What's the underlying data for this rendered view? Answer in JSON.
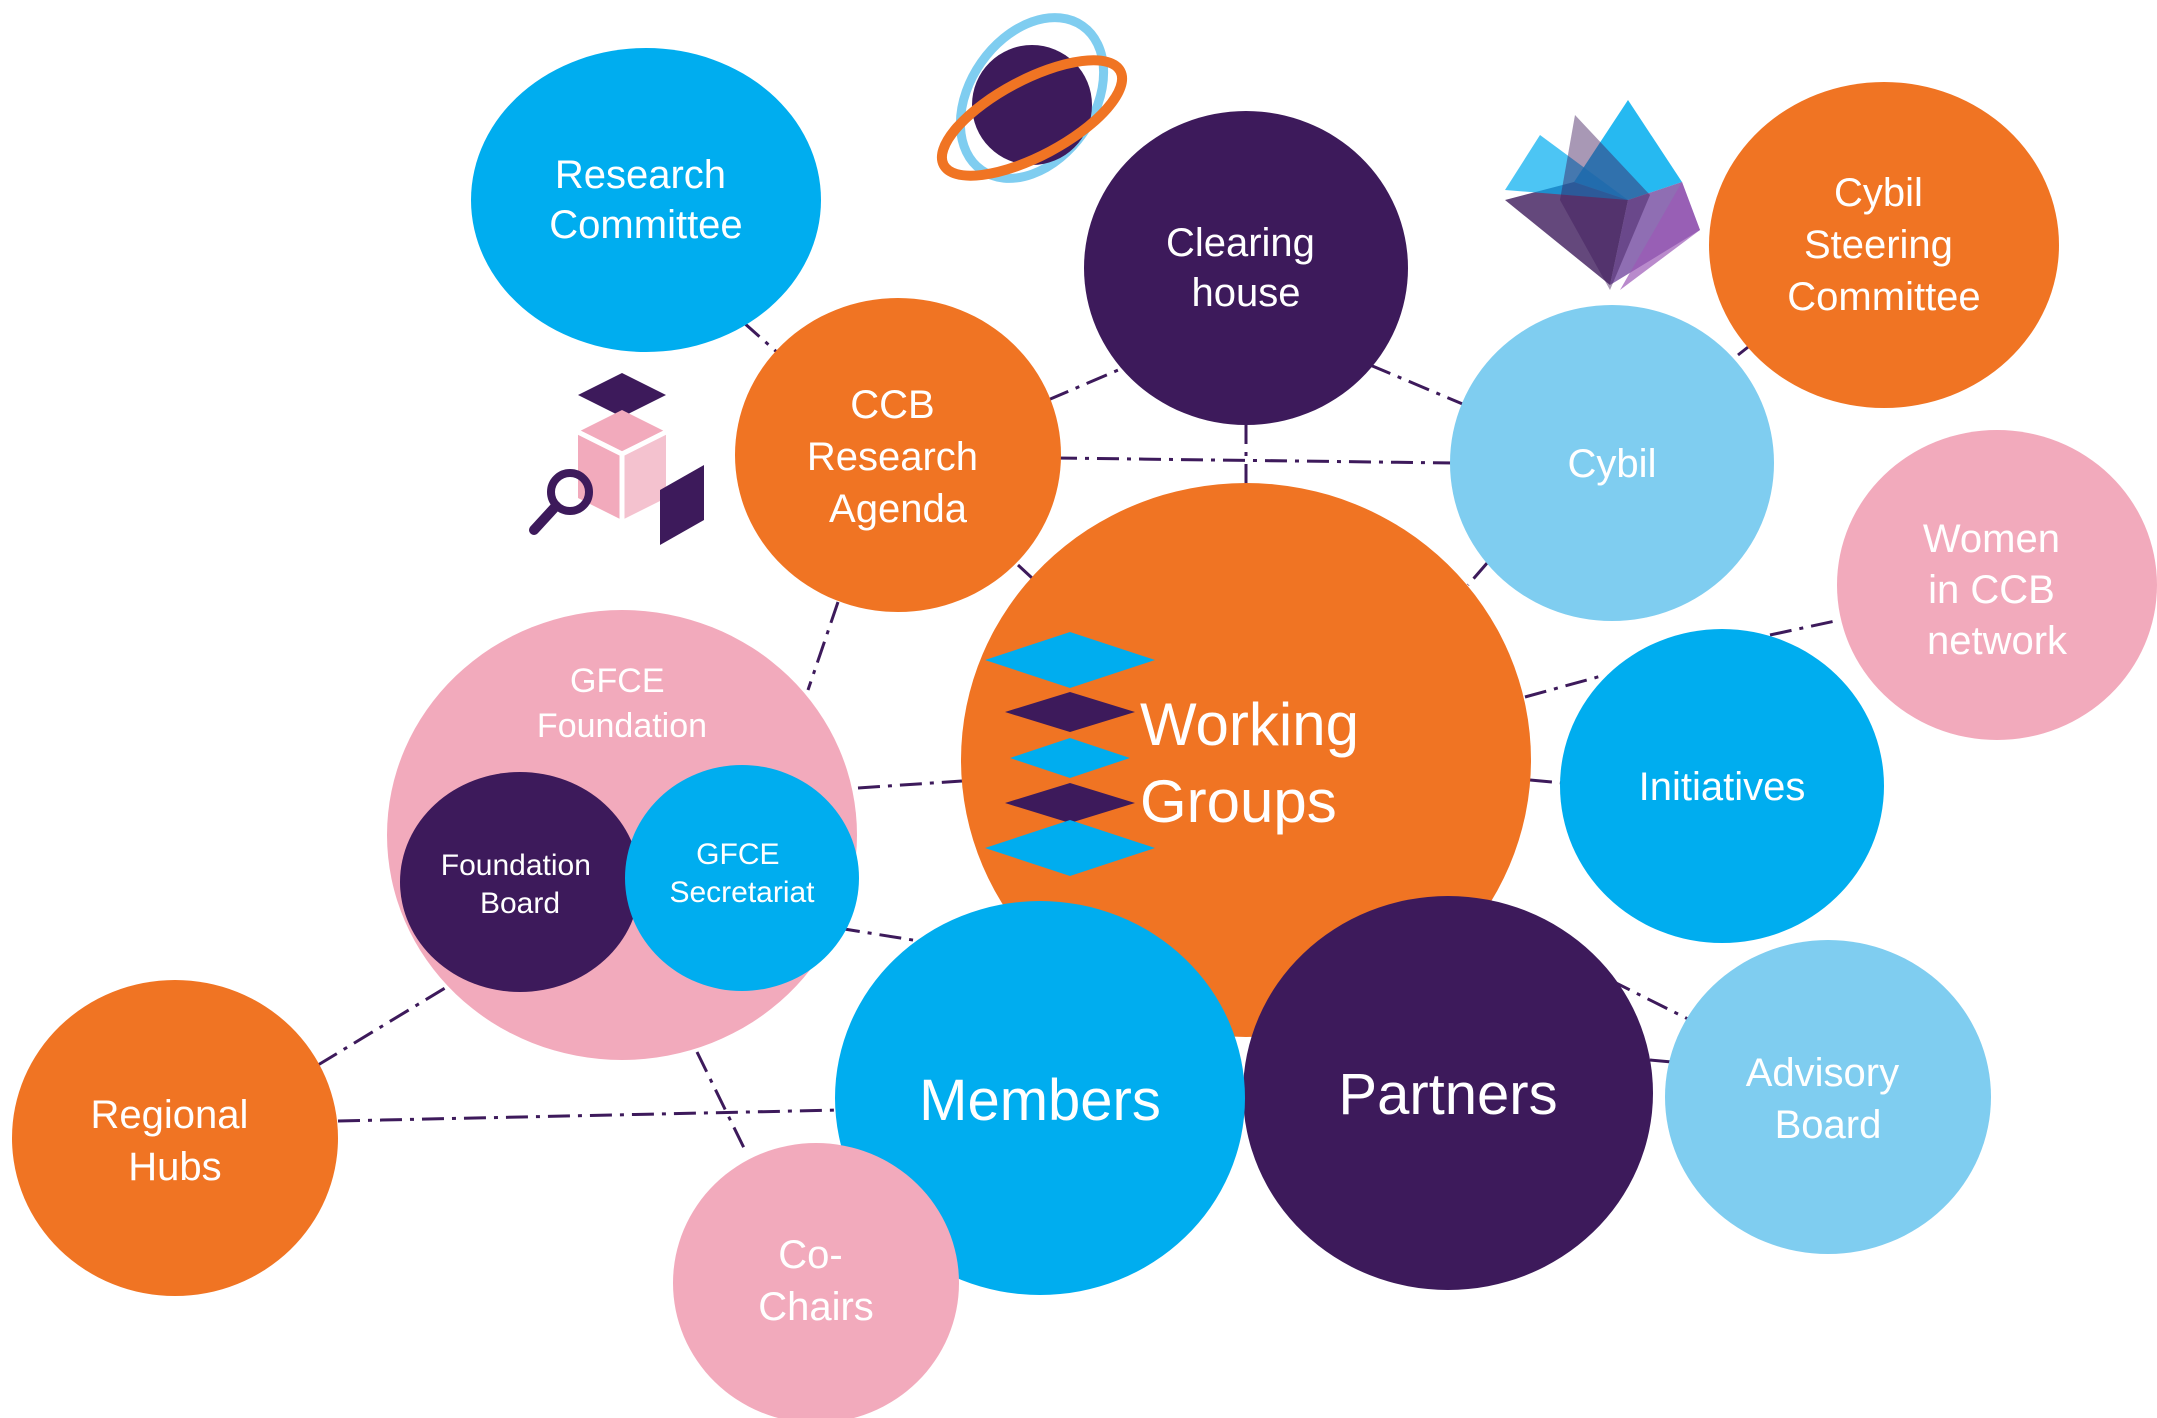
{
  "colors": {
    "orange": "#f07423",
    "blue": "#00adef",
    "light_blue": "#7fcdf0",
    "pink": "#f2aabc",
    "purple": "#3d1a5b",
    "white": "#ffffff"
  },
  "nodes": {
    "research_committee": {
      "lines": [
        "Research",
        "Committee"
      ],
      "color": "blue"
    },
    "clearing_house": {
      "lines": [
        "Clearing",
        "house"
      ],
      "color": "purple"
    },
    "cybil_steering_committee": {
      "lines": [
        "Cybil",
        "Steering",
        "Committee"
      ],
      "color": "orange"
    },
    "ccb_research_agenda": {
      "lines": [
        "CCB",
        "Research",
        "Agenda"
      ],
      "color": "orange"
    },
    "cybil": {
      "lines": [
        "Cybil"
      ],
      "color": "light_blue"
    },
    "women_in_ccb_network": {
      "lines": [
        "Women",
        "in CCB",
        "network"
      ],
      "color": "pink"
    },
    "gfce_foundation": {
      "lines": [
        "GFCE",
        "Foundation"
      ],
      "color": "pink"
    },
    "foundation_board": {
      "lines": [
        "Foundation",
        "Board"
      ],
      "color": "purple"
    },
    "gfce_secretariat": {
      "lines": [
        "GFCE",
        "Secretariat"
      ],
      "color": "blue"
    },
    "working_groups": {
      "lines": [
        "Working",
        "Groups"
      ],
      "color": "orange"
    },
    "initiatives": {
      "lines": [
        "Initiatives"
      ],
      "color": "blue"
    },
    "regional_hubs": {
      "lines": [
        "Regional",
        "Hubs"
      ],
      "color": "orange"
    },
    "members": {
      "lines": [
        "Members"
      ],
      "color": "blue"
    },
    "partners": {
      "lines": [
        "Partners"
      ],
      "color": "purple"
    },
    "advisory_board": {
      "lines": [
        "Advisory",
        "Board"
      ],
      "color": "light_blue"
    },
    "co_chairs": {
      "lines": [
        "Co-",
        "Chairs"
      ],
      "color": "pink"
    }
  },
  "icons": {
    "planet": "planet-icon",
    "crystal": "crystal-icon",
    "research_cube": "research-cube-icon",
    "layers": "layers-icon"
  }
}
